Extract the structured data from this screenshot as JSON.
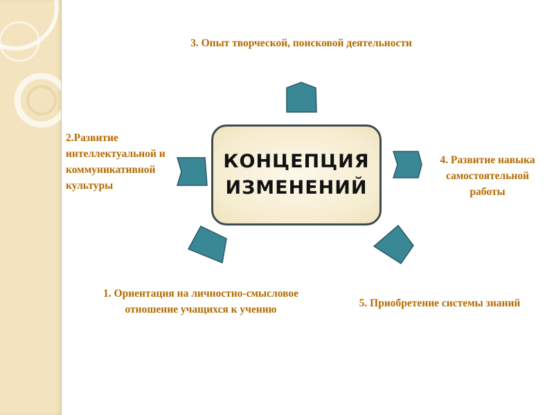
{
  "diagram": {
    "center_label": "КОНЦЕПЦИЯ\nИЗМЕНЕНИЙ",
    "items": {
      "item3": "3. Опыт творческой, поисковой деятельности",
      "item2": "2.Развитие интеллектуальной и коммуникативной культуры",
      "item4": "4. Развитие навыка самостоятельной работы",
      "item1": "1. Ориентация на личностно-смысловое отношение учащихся к учению",
      "item5": "5. Приобретение системы знаний"
    },
    "colors": {
      "label_text": "#b36a00",
      "arrow_fill": "#3a8796",
      "arrow_stroke": "#2b5a66",
      "center_border": "#3d4a4e",
      "sidebar_bg": "#f3e4bf"
    }
  }
}
